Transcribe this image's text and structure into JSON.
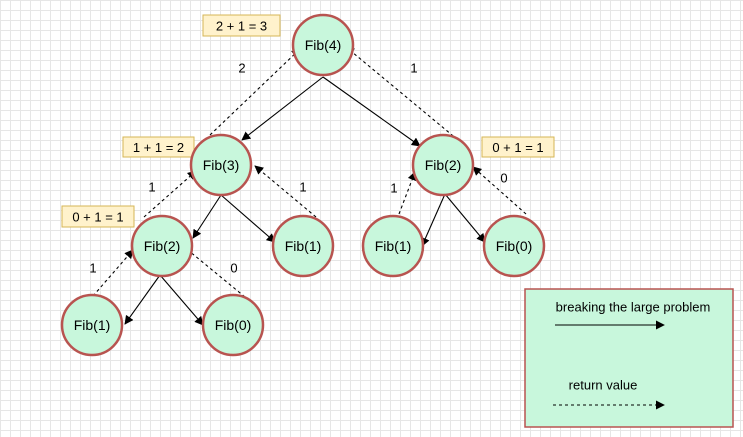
{
  "nodes": {
    "fib4": "Fib(4)",
    "fib3": "Fib(3)",
    "fib2_right": "Fib(2)",
    "fib2_left": "Fib(2)",
    "fib1_mid": "Fib(1)",
    "fib1_right": "Fib(1)",
    "fib0_right": "Fib(0)",
    "fib1_bottom": "Fib(1)",
    "fib0_bottom": "Fib(0)"
  },
  "return_values": {
    "fib3_to_fib4": "2",
    "fib2_to_fib4": "1",
    "fib2_to_fib3": "1",
    "fib1_to_fib3": "1",
    "fib1_to_fib2_right": "1",
    "fib0_to_fib2_right": "0",
    "fib1_to_fib2_left": "1",
    "fib0_to_fib2_left": "0"
  },
  "sums": {
    "fib4": "2 + 1 = 3",
    "fib3": "1 + 1 = 2",
    "fib2_right": "0 + 1 = 1",
    "fib2_left": "0 + 1 = 1"
  },
  "legend": {
    "call_label": "breaking the large problem",
    "return_label": "return value"
  }
}
